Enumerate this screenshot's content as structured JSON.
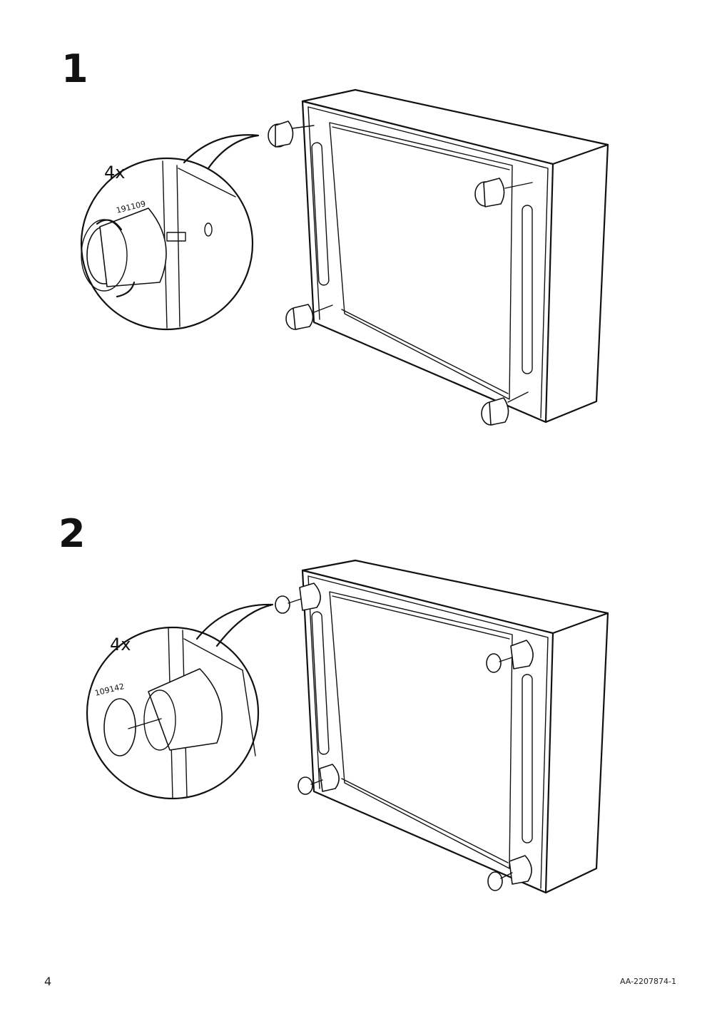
{
  "steps": [
    {
      "number": "1",
      "quantity": "4x",
      "part_number": "191109"
    },
    {
      "number": "2",
      "quantity": "4x",
      "part_number": "109142"
    }
  ],
  "footer": {
    "page": "4",
    "doc_id": "AA-2207874-1"
  }
}
